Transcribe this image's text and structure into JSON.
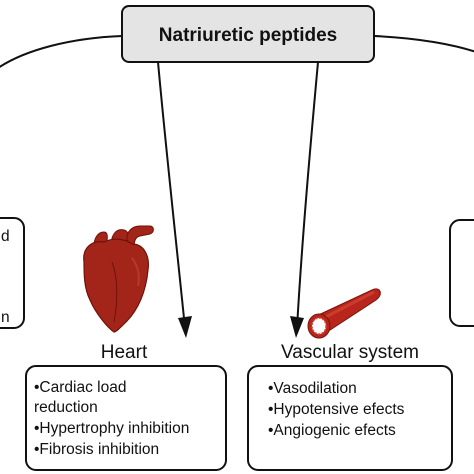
{
  "top_box": {
    "label": "Natriuretic peptides"
  },
  "heart": {
    "title": "Heart",
    "effects": [
      "•Cardiac load",
      "reduction",
      "•Hypertrophy inhibition",
      "•Fibrosis inhibition"
    ]
  },
  "vascular": {
    "title": "Vascular system",
    "effects": [
      "•Vasodilation",
      "•Hypotensive efects",
      "•Angiogenic efects"
    ]
  },
  "left_box_partial": {
    "lines": [
      "d",
      "n"
    ]
  },
  "colors": {
    "heart": "#a32519",
    "heart_dark": "#6e1209",
    "vessel": "#b8261b",
    "vessel_light": "#d94a3c",
    "box_fill": "#e4e4e4",
    "stroke": "#111111"
  }
}
